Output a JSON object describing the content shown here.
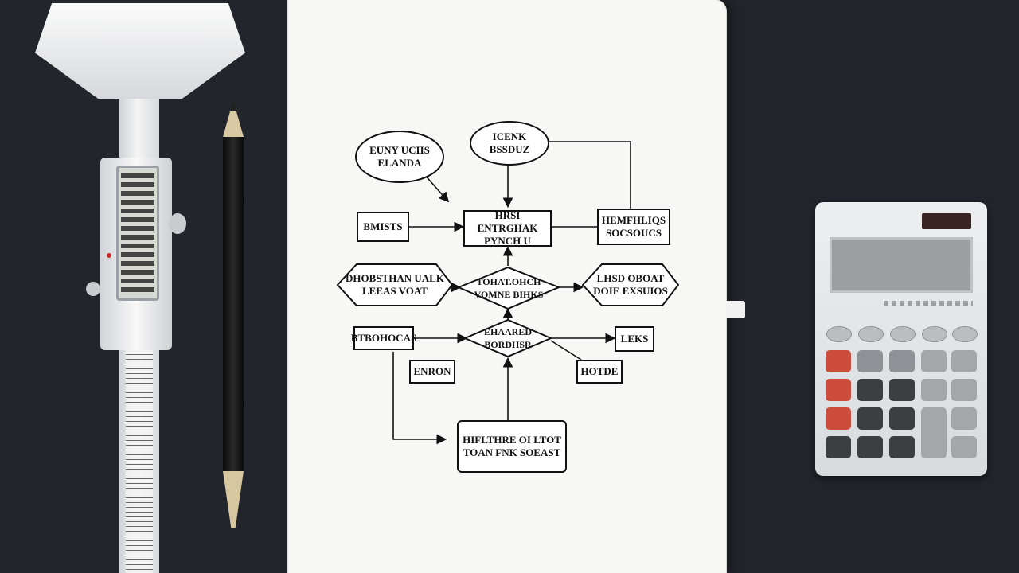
{
  "flowchart": {
    "top_left_oval": [
      "EUNY UCIIS",
      "ELANDA"
    ],
    "top_center_oval": [
      "ICENK",
      "BSSDUZ"
    ],
    "left_box": "BMISTS",
    "center_box": [
      "HRSI ENTRGHAK",
      "PYNCH U"
    ],
    "right_box": [
      "HEMFHLIQS",
      "SOCSOUCS"
    ],
    "left_hexagon": [
      "DHOBSTHAN UALK",
      "LEEAS VOAT"
    ],
    "center_diamond": [
      "TOHAT.OHCH",
      "VOMNE BIHKS"
    ],
    "right_hexagon": [
      "LHSD OBOAT",
      "DOIE EXSUIOS"
    ],
    "lower_left_box": "BTBOHOCAS",
    "lower_center_diamond": [
      "EHAARED",
      "BORDHSR"
    ],
    "lower_right_box": "LEKS",
    "small_left_box": "ENRON",
    "small_right_box": "HOTDE",
    "bottom_box": [
      "HIFLTHRE OI LTOT",
      "TOAN FNK SOEAST"
    ]
  },
  "objects": {
    "caliper": "digital-caliper-icon",
    "pencil": "pencil-icon",
    "calculator": "calculator-icon"
  },
  "colors": {
    "background": "#23252d",
    "paper": "#f7f7f5",
    "ink": "#111111",
    "calculator_red_key": "#cc4d3c"
  }
}
